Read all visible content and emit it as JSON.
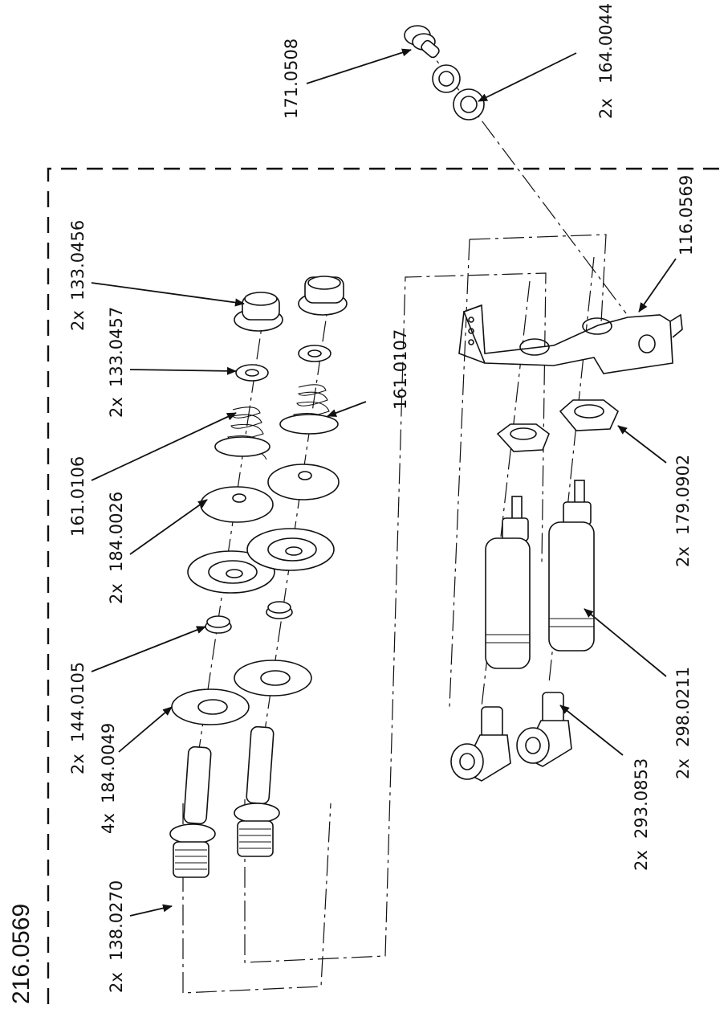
{
  "assembly_number": "216.0569",
  "callouts": [
    {
      "id": "c171-0508",
      "qty": "",
      "number": "171.0508"
    },
    {
      "id": "c164-0044",
      "qty": "2x",
      "number": "164.0044"
    },
    {
      "id": "c116-0569",
      "qty": "",
      "number": "116.0569"
    },
    {
      "id": "c133-0456",
      "qty": "2x",
      "number": "133.0456"
    },
    {
      "id": "c133-0457",
      "qty": "2x",
      "number": "133.0457"
    },
    {
      "id": "c161-0106",
      "qty": "",
      "number": "161.0106"
    },
    {
      "id": "c161-0107",
      "qty": "",
      "number": "161.0107"
    },
    {
      "id": "c184-0026",
      "qty": "2x",
      "number": "184.0026"
    },
    {
      "id": "c144-0105",
      "qty": "2x",
      "number": "144.0105"
    },
    {
      "id": "c184-0049",
      "qty": "4x",
      "number": "184.0049"
    },
    {
      "id": "c138-0270",
      "qty": "2x",
      "number": "138.0270"
    },
    {
      "id": "c179-0902",
      "qty": "2x",
      "number": "179.0902"
    },
    {
      "id": "c298-0211",
      "qty": "2x",
      "number": "298.0211"
    },
    {
      "id": "c293-0853",
      "qty": "2x",
      "number": "293.0853"
    }
  ]
}
